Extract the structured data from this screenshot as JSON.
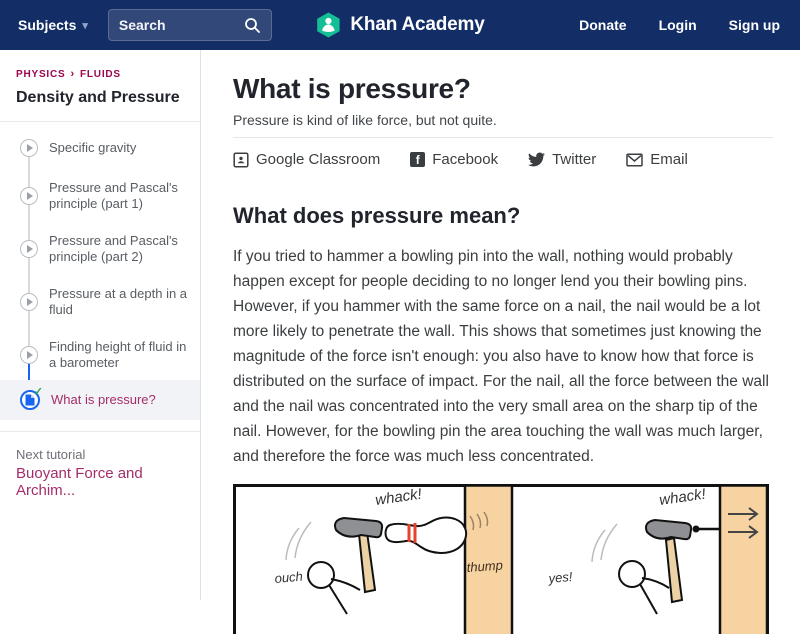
{
  "navbar": {
    "subjects": "Subjects",
    "search_placeholder": "Search",
    "brand": "Khan Academy",
    "donate": "Donate",
    "login": "Login",
    "signup": "Sign up",
    "bg_color": "#132d66",
    "brand_green": "#14bf96"
  },
  "icons": {
    "caret_glyph": "▾",
    "check_glyph": "✓",
    "separator_glyph": "›",
    "facebook_glyph": "f"
  },
  "sidebar": {
    "breadcrumb": {
      "subject": "PHYSICS",
      "topic": "FLUIDS"
    },
    "title": "Density and Pressure",
    "items": [
      {
        "label": "Specific gravity",
        "type": "video"
      },
      {
        "label": "Pressure and Pascal's principle (part 1)",
        "type": "video"
      },
      {
        "label": "Pressure and Pascal's principle (part 2)",
        "type": "video"
      },
      {
        "label": "Pressure at a depth in a fluid",
        "type": "video"
      },
      {
        "label": "Finding height of fluid in a barometer",
        "type": "video"
      },
      {
        "label": "What is pressure?",
        "type": "article",
        "active": true,
        "completed": true
      }
    ],
    "next_tutorial_label": "Next tutorial",
    "next_tutorial_title": "Buoyant Force and Archim...",
    "breadcrumb_color": "#9e034e",
    "link_color": "#a42d6a",
    "active_icon_color": "#1865f2",
    "completed_check_color": "#26a65b"
  },
  "main": {
    "title": "What is pressure?",
    "subtitle": "Pressure is kind of like force, but not quite.",
    "share": {
      "classroom": "Google Classroom",
      "facebook": "Facebook",
      "twitter": "Twitter",
      "email": "Email"
    },
    "section_heading": "What does pressure mean?",
    "paragraph": "If you tried to hammer a bowling pin into the wall, nothing would probably happen except for people deciding to no longer lend you their bowling pins. However, if you hammer with the same force on a nail, the nail would be a lot more likely to penetrate the wall. This shows that sometimes just knowing the magnitude of the force isn't enough: you also have to know how that force is distributed on the surface of impact. For the nail, all the force between the wall and the nail was concentrated into the very small area on the sharp tip of the nail. However, for the bowling pin the area touching the wall was much larger, and therefore the force was much less concentrated.",
    "cartoon": {
      "left_whack": "whack!",
      "thump": "thump",
      "ouch": "ouch",
      "right_whack": "whack!",
      "yes": "yes!",
      "wall_color": "#f7d3a2"
    }
  }
}
